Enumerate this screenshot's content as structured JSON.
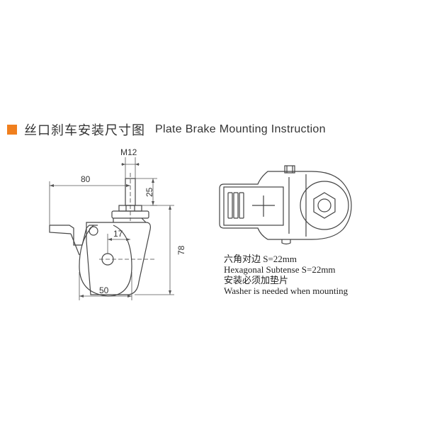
{
  "header": {
    "title_cn": "丝口刹车安装尺寸图",
    "title_en": "Plate Brake Mounting Instruction",
    "accent_color": "#f07f1e"
  },
  "dimensions": {
    "thread": "M12",
    "overall_width": "80",
    "stem_length": "25",
    "offset": "17",
    "height": "78",
    "wheel_width": "50"
  },
  "notes": [
    "六角对边 S=22mm",
    "Hexagonal Subtense S=22mm",
    "安装必须加垫片",
    "Washer is needed when mounting"
  ]
}
